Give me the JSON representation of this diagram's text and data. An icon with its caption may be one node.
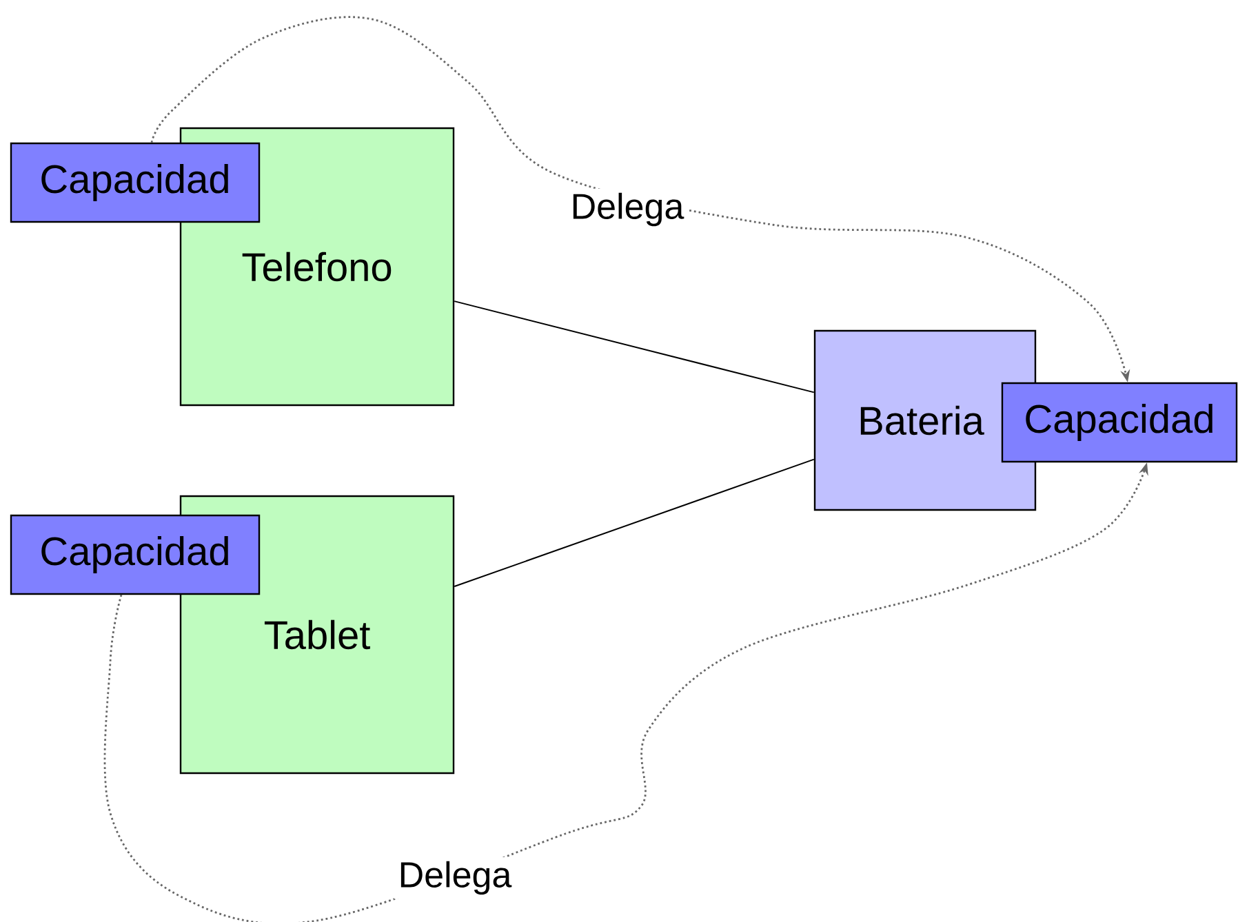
{
  "diagram": {
    "nodes": [
      {
        "text": [
          "Telefono"
        ]
      },
      {
        "text": [
          "Capacidad"
        ]
      },
      {
        "text": [
          "Tablet"
        ]
      },
      {
        "text": [
          "Capacidad"
        ]
      },
      {
        "text": [
          "Bateria"
        ]
      },
      {
        "text": [
          "Capacidad"
        ]
      }
    ],
    "edges": [
      {
        "from": 0,
        "to": 4,
        "arrow": "none"
      },
      {
        "from": 2,
        "to": 4,
        "arrow": "none"
      },
      {
        "from": 1,
        "to": 5,
        "arrow": "to",
        "label": "Delega",
        "style": "dashed",
        "color": "#666666"
      },
      {
        "from": 3,
        "to": 5,
        "arrow": "to",
        "label": "Delega",
        "style": "dashed",
        "color": "#666666"
      }
    ]
  }
}
